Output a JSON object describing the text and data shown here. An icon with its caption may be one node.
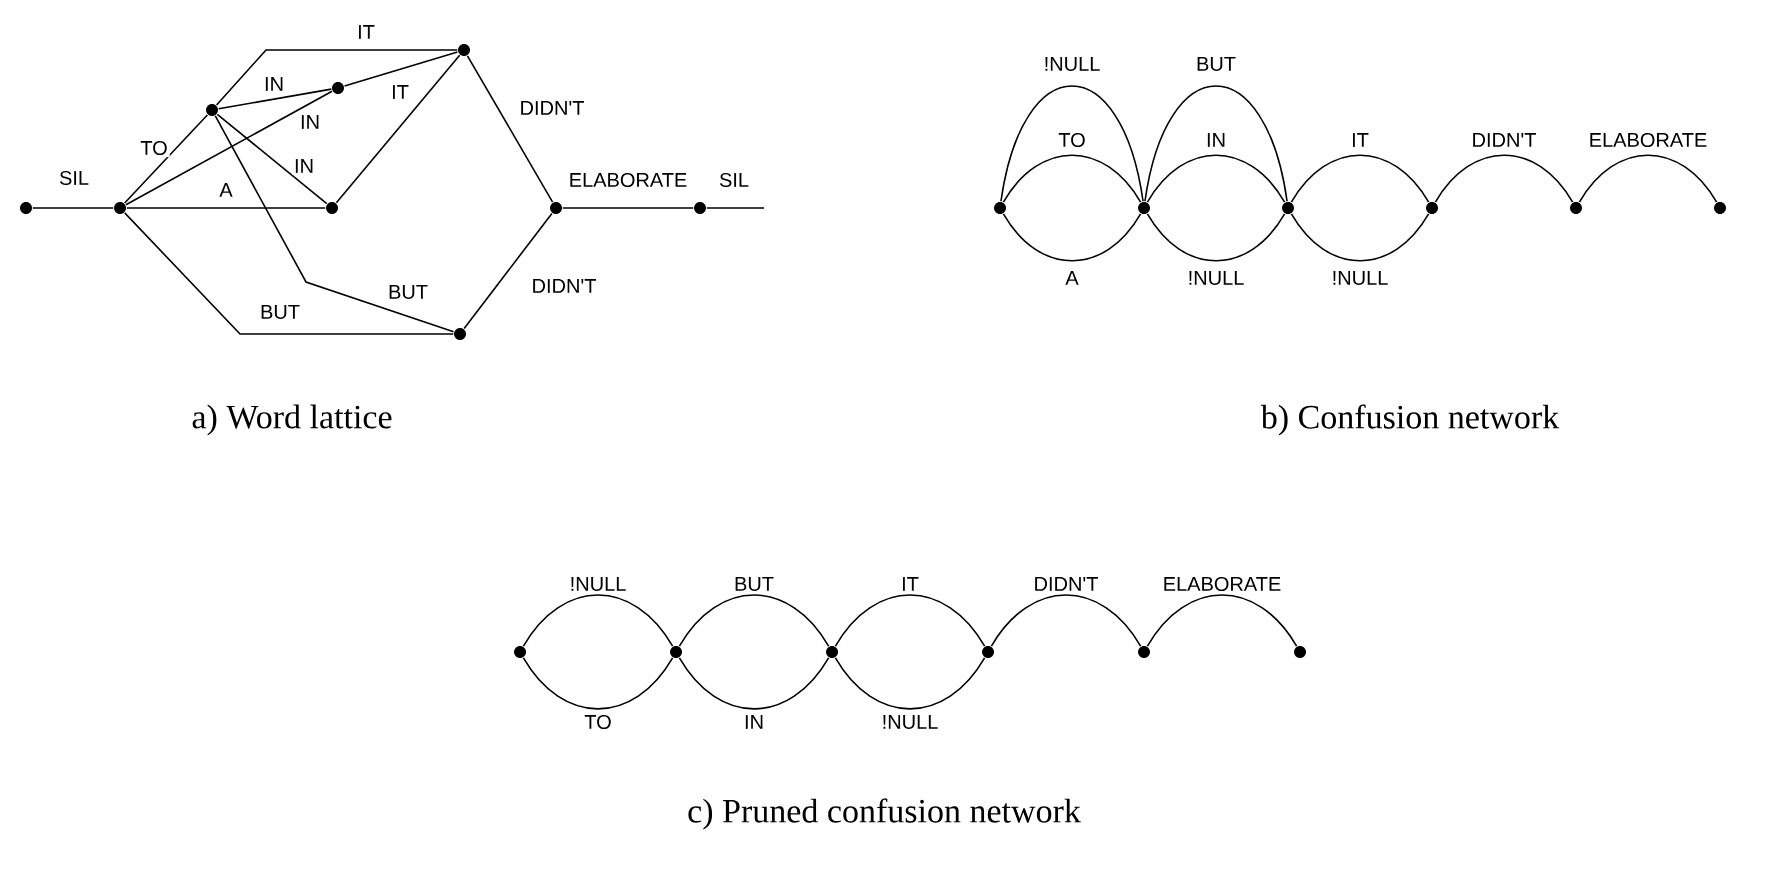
{
  "diagram": {
    "nodes": [
      {
        "text": [],
        "shape": "circle"
      },
      {
        "text": [],
        "shape": "circle"
      },
      {
        "text": [],
        "shape": "circle"
      },
      {
        "text": [],
        "shape": "circle"
      },
      {
        "text": [],
        "shape": "circle"
      },
      {
        "text": [],
        "shape": "circle"
      },
      {
        "text": [],
        "shape": "circle"
      },
      {
        "text": [],
        "shape": "circle"
      },
      {
        "text": [],
        "shape": "circle"
      },
      {
        "text": [],
        "shape": "circle"
      },
      {
        "text": [],
        "shape": "circle"
      },
      {
        "text": [],
        "shape": "circle"
      },
      {
        "text": [],
        "shape": "circle"
      },
      {
        "text": [],
        "shape": "circle"
      },
      {
        "text": [],
        "shape": "circle"
      },
      {
        "text": [],
        "shape": "circle"
      },
      {
        "text": [],
        "shape": "circle"
      },
      {
        "text": [],
        "shape": "circle"
      },
      {
        "text": [],
        "shape": "circle"
      },
      {
        "text": [],
        "shape": "circle"
      },
      {
        "text": [],
        "shape": "circle"
      }
    ],
    "edges": [
      {
        "from": 0,
        "to": 1,
        "arrow": "none",
        "label": "SIL"
      },
      {
        "from": 1,
        "to": 2,
        "arrow": "none",
        "label": "TO"
      },
      {
        "from": 1,
        "to": 3,
        "arrow": "none",
        "label": "IN"
      },
      {
        "from": 2,
        "to": 3,
        "arrow": "none",
        "label": "IN"
      },
      {
        "from": 1,
        "to": 5,
        "arrow": "none",
        "label": "A"
      },
      {
        "from": 2,
        "to": 5,
        "arrow": "none",
        "label": "IN"
      },
      {
        "from": 2,
        "to": 4,
        "arrow": "none",
        "label": "IT"
      },
      {
        "from": 3,
        "to": 4,
        "arrow": "none",
        "label": "IT"
      },
      {
        "from": 5,
        "to": 4,
        "arrow": "none"
      },
      {
        "from": 2,
        "to": 8,
        "arrow": "none",
        "label": "BUT"
      },
      {
        "from": 1,
        "to": 8,
        "arrow": "none",
        "label": "BUT"
      },
      {
        "from": 4,
        "to": 6,
        "arrow": "none",
        "label": "DIDN'T"
      },
      {
        "from": 8,
        "to": 6,
        "arrow": "none",
        "label": "DIDN'T"
      },
      {
        "from": 6,
        "to": 7,
        "arrow": "none",
        "label": "ELABORATE"
      },
      {
        "from": 7,
        "to": null,
        "arrow": "none",
        "label": "SIL"
      },
      {
        "from": 9,
        "to": 10,
        "arrow": "none",
        "label": "!NULL"
      },
      {
        "from": 9,
        "to": 10,
        "arrow": "none",
        "label": "TO"
      },
      {
        "from": 9,
        "to": 10,
        "arrow": "none",
        "label": "A"
      },
      {
        "from": 10,
        "to": 11,
        "arrow": "none",
        "label": "BUT"
      },
      {
        "from": 10,
        "to": 11,
        "arrow": "none",
        "label": "IN"
      },
      {
        "from": 10,
        "to": 11,
        "arrow": "none",
        "label": "!NULL"
      },
      {
        "from": 11,
        "to": 12,
        "arrow": "none",
        "label": "IT"
      },
      {
        "from": 11,
        "to": 12,
        "arrow": "none",
        "label": "!NULL"
      },
      {
        "from": 12,
        "to": 13,
        "arrow": "none",
        "label": "DIDN'T"
      },
      {
        "from": 13,
        "to": 14,
        "arrow": "none",
        "label": "ELABORATE"
      },
      {
        "from": 15,
        "to": 16,
        "arrow": "none",
        "label": "!NULL"
      },
      {
        "from": 15,
        "to": 16,
        "arrow": "none",
        "label": "TO"
      },
      {
        "from": 16,
        "to": 17,
        "arrow": "none",
        "label": "BUT"
      },
      {
        "from": 16,
        "to": 17,
        "arrow": "none",
        "label": "IN"
      },
      {
        "from": 17,
        "to": 18,
        "arrow": "none",
        "label": "IT"
      },
      {
        "from": 17,
        "to": 18,
        "arrow": "none",
        "label": "!NULL"
      },
      {
        "from": 18,
        "to": 19,
        "arrow": "none",
        "label": "DIDN'T"
      },
      {
        "from": 19,
        "to": 20,
        "arrow": "none",
        "label": "ELABORATE"
      }
    ],
    "labels": [
      "a) Word lattice",
      "b) Confusion network",
      "c) Pruned confusion network"
    ]
  }
}
